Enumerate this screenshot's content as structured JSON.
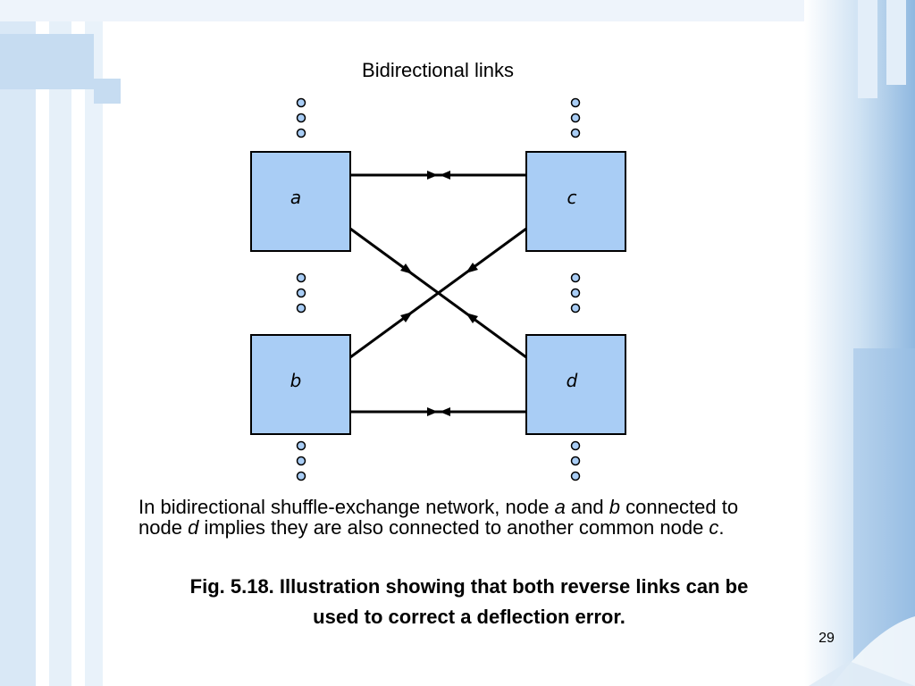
{
  "slide": {
    "diagram_title": "Bidirectional links",
    "nodes": {
      "a": "a",
      "b": "b",
      "c": "c",
      "d": "d"
    },
    "caption": {
      "part1": "In bidirectional shuffle-exchange network, node ",
      "node_a": "a",
      "part2": " and ",
      "node_b": "b",
      "part3": " connected to node ",
      "node_d": "d",
      "part4": " implies they are also connected to another common node ",
      "node_c": "c",
      "part5": "."
    },
    "figure_caption_line1": "Fig. 5.18. Illustration showing that both reverse links can be",
    "figure_caption_line2": "used to correct a deflection error.",
    "page_number": "29"
  },
  "colors": {
    "node_fill": "#a9cdf5",
    "dot_fill": "#a9cdf5",
    "background_accent": "#c5dcf0"
  }
}
